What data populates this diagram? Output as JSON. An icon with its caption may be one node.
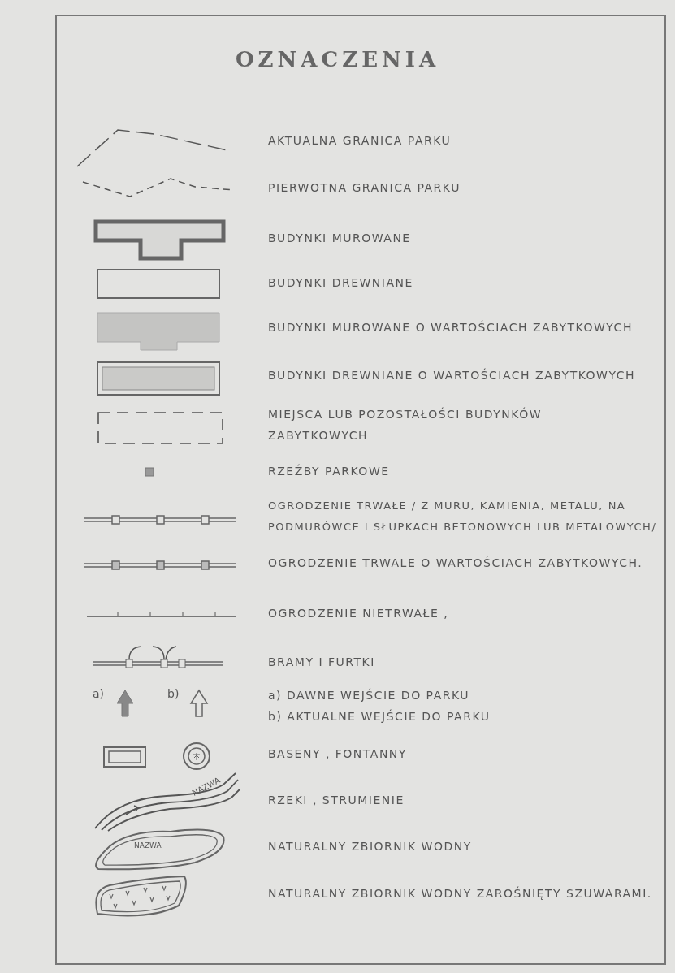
{
  "diagram": {
    "title": "OZNACZENIA",
    "labels": [
      "a)",
      "b)",
      "NAZWA",
      "NAZWA"
    ],
    "legend": [
      {
        "text": "AKTUALNA GRANICA PARKU"
      },
      {
        "text": "PIERWOTNA GRANICA PARKU"
      },
      {
        "text": "BUDYNKI MUROWANE"
      },
      {
        "text": "BUDYNKI DREWNIANE"
      },
      {
        "text": "BUDYNKI MUROWANE O WARTOŚCIACH ZABYTKOWYCH"
      },
      {
        "text": "BUDYNKI DREWNIANE O WARTOŚCIACH ZABYTKOWYCH"
      },
      {
        "text": "MIEJSCA LUB POZOSTAŁOŚCI BUDYNKÓW ZABYTKOWYCH"
      },
      {
        "text": "RZEŹBY PARKOWE"
      },
      {
        "text": "OGRODZENIE TRWAŁE / Z MURU, KAMIENIA, METALU, NA PODMURÓWCE I SŁUPKACH BETONOWYCH LUB METALOWYCH/"
      },
      {
        "text": "OGRODZENIE TRWALE O WARTOŚCIACH ZABYTKOWYCH."
      },
      {
        "text": "OGRODZENIE NIETRWAŁE ,"
      },
      {
        "text": "BRAMY I FURTKI"
      },
      {
        "text": "a) DAWNE WEJŚCIE DO PARKU"
      },
      {
        "text": "b) AKTUALNE WEJŚCIE DO PARKU"
      },
      {
        "text": "BASENY , FONTANNY"
      },
      {
        "text": "RZEKI , STRUMIENIE"
      },
      {
        "text": "NATURALNY ZBIORNIK WODNY"
      },
      {
        "text": "NATURALNY ZBIORNIK WODNY ZAROŚNIĘTY SZUWARAMI."
      }
    ]
  }
}
